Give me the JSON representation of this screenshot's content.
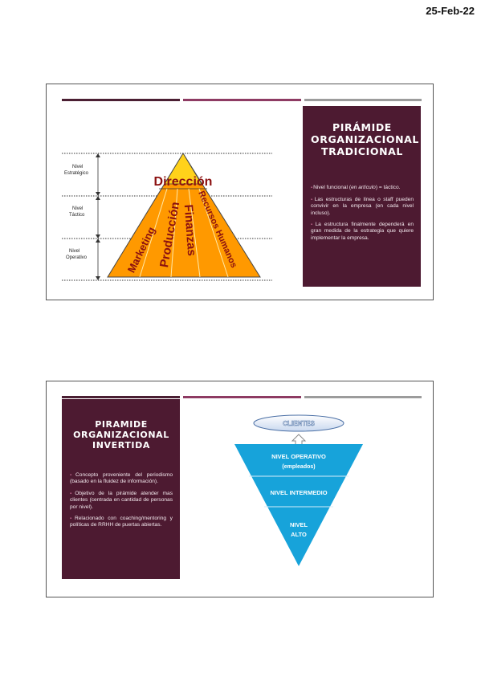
{
  "date": "25-Feb-22",
  "slide1": {
    "title": [
      "PIRÁMIDE",
      "ORGANIZACIONAL",
      "TRADICIONAL"
    ],
    "bullets": [
      {
        "pre": "Nivel funcional (",
        "em": "en artículo",
        "post": ") = táctico."
      },
      {
        "text": "Las estructuras de línea o staff pueden convivir en la empresa (en cada nivel incluso)."
      },
      {
        "text": "La estructura finalmente dependerá en gran medida de la estrategia que quiere implementar la empresa."
      }
    ],
    "levels": [
      {
        "line1": "Nivel",
        "line2": "Estratégico"
      },
      {
        "line1": "Nivel",
        "line2": "Táctico"
      },
      {
        "line1": "Nivel",
        "line2": "Operativo"
      }
    ],
    "pyramid": {
      "top_label": "Dirección",
      "functions": [
        "Marketing",
        "Producción",
        "Finanzas",
        "Recursos Humanos"
      ]
    }
  },
  "slide2": {
    "title": [
      "PIRAMIDE",
      "ORGANIZACIONAL",
      "INVERTIDA"
    ],
    "bullets": [
      {
        "text": "Concepto proveniente del periodismo (basado en la fluidez de información)."
      },
      {
        "text": "Objetivo de la pirámide atender mas clientes (centrada en cantidad de personas por nivel)."
      },
      {
        "text": "Relacionado con coaching/mentoring y políticas de RRHH de puertas abiertas."
      }
    ],
    "clients_label": "CLIENTES",
    "inverted_levels": [
      {
        "line1": "NIVEL OPERATIVO",
        "line2": "(empleados)"
      },
      {
        "line1": "NIVEL INTERMEDIO",
        "line2": ""
      },
      {
        "line1": "NIVEL",
        "line2": "ALTO"
      }
    ]
  },
  "colors": {
    "panel": "#4d1a31",
    "pyramid_fill": "#ff9900",
    "pyramid_text": "#8b1010",
    "inverted_fill": "#17a3da"
  }
}
